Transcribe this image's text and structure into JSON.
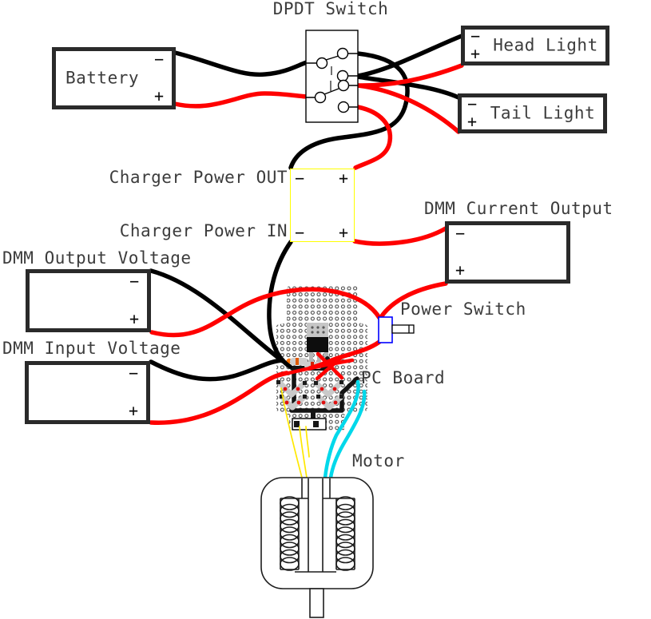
{
  "labels": {
    "dpdt_switch": "DPDT Switch",
    "battery": "Battery",
    "head_light": "Head Light",
    "tail_light": "Tail Light",
    "charger_power_out": "Charger Power OUT",
    "charger_power_in": "Charger Power IN",
    "dmm_current_output": "DMM Current Output",
    "dmm_output_voltage": "DMM Output Voltage",
    "dmm_input_voltage": "DMM Input Voltage",
    "power_switch": "Power Switch",
    "pc_board": "PC Board",
    "motor": "Motor"
  },
  "signs": {
    "minus": "−",
    "plus": "+"
  },
  "colors": {
    "wire_black": "#000000",
    "wire_red": "#ff0000",
    "wire_cyan": "#00d8ea",
    "wire_yellow": "#ffe800",
    "charger_box_outline": "#ffff00",
    "power_switch_outline": "#0000ff",
    "component_box_border": "#2a2a2a",
    "label_text": "#3c3c3c"
  },
  "symbols": [
    "dpdt-switch-symbol",
    "perfboard",
    "transistor",
    "resistor",
    "motor-coils",
    "toggle-switch"
  ]
}
